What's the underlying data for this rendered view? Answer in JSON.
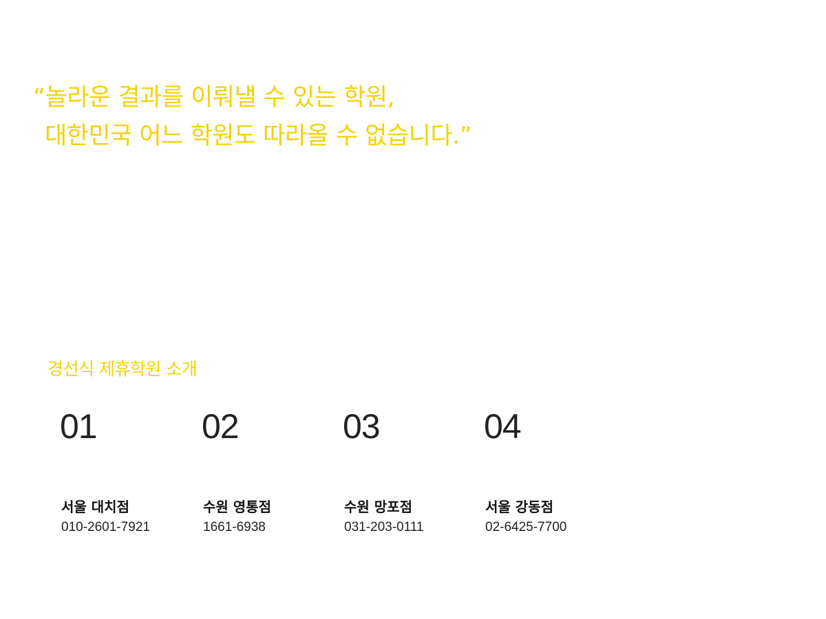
{
  "quote": {
    "line1": "“놀라운 결과를 이뤄낼 수 있는 학원,",
    "line2": "대한민국 어느 학원도 따라올 수 없습니다.”"
  },
  "section": {
    "title": "경선식 제휴학원 소개"
  },
  "branches": [
    {
      "number": "01",
      "name": "서울 대치점",
      "phone": "010-2601-7921"
    },
    {
      "number": "02",
      "name": "수원 영통점",
      "phone": "1661-6938"
    },
    {
      "number": "03",
      "name": "수원 망포점",
      "phone": "031-203-0111"
    },
    {
      "number": "04",
      "name": "서울 강동점",
      "phone": "02-6425-7700"
    }
  ],
  "colors": {
    "accent": "#f2d20a",
    "text": "#111111",
    "background": "#ffffff"
  }
}
